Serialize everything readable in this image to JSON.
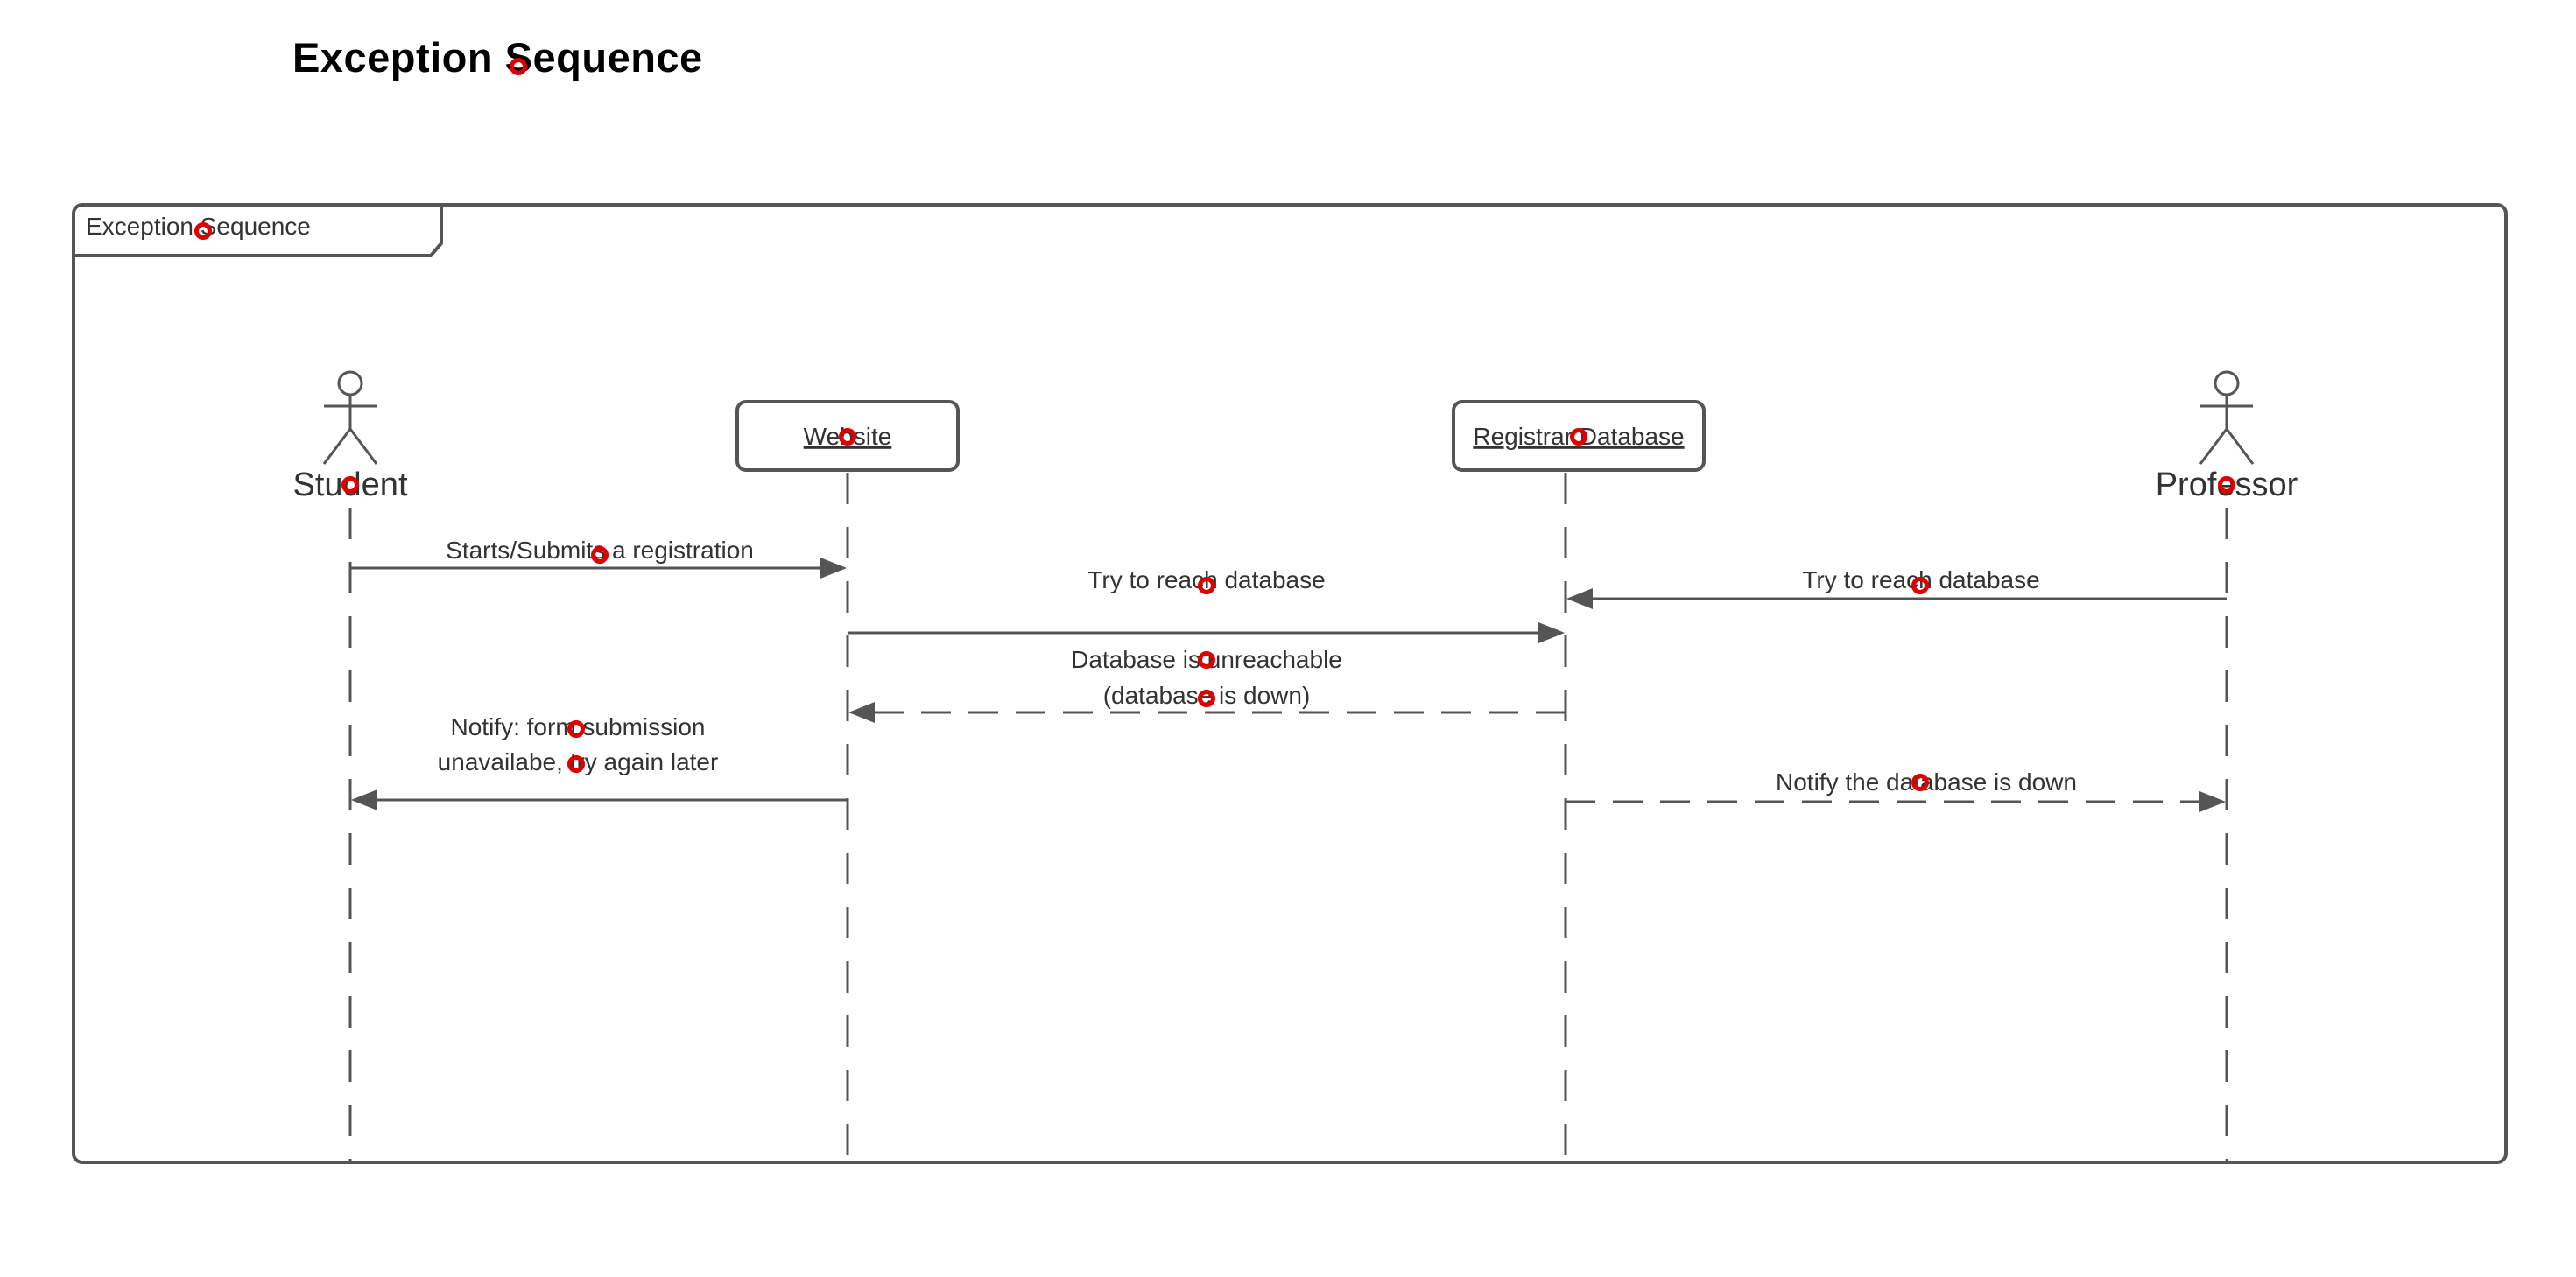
{
  "title": "Exception Sequence",
  "diagram": {
    "frame_label": "Exception Sequence",
    "participants": {
      "student": {
        "name": "Student",
        "kind": "actor"
      },
      "website": {
        "name": "Website",
        "kind": "object"
      },
      "registrar_database": {
        "name": "Registrar Database",
        "kind": "object"
      },
      "professor": {
        "name": "Professor",
        "kind": "actor"
      }
    },
    "messages": {
      "start_registration": {
        "from": "Student",
        "to": "Website",
        "label": "Starts/Submits a registration",
        "style": "solid"
      },
      "website_reach_db": {
        "from": "Website",
        "to": "Registrar Database",
        "label": "Try to reach database",
        "style": "solid"
      },
      "professor_reach_db": {
        "from": "Professor",
        "to": "Registrar Database",
        "label": "Try to reach database",
        "style": "solid"
      },
      "db_unreachable": {
        "from": "Registrar Database",
        "to": "Website",
        "label_line1": "Database is unreachable",
        "label_line2": "(database is down)",
        "style": "dashed"
      },
      "notify_student": {
        "from": "Website",
        "to": "Student",
        "label_line1": "Notify: form submission",
        "label_line2": "unavailabe, try again later",
        "style": "solid"
      },
      "notify_professor": {
        "from": "Registrar Database",
        "to": "Professor",
        "label": "Notify the database is down",
        "style": "dashed"
      }
    },
    "colors": {
      "line": "#555555",
      "text": "#333333",
      "marker": "#e00000"
    }
  }
}
